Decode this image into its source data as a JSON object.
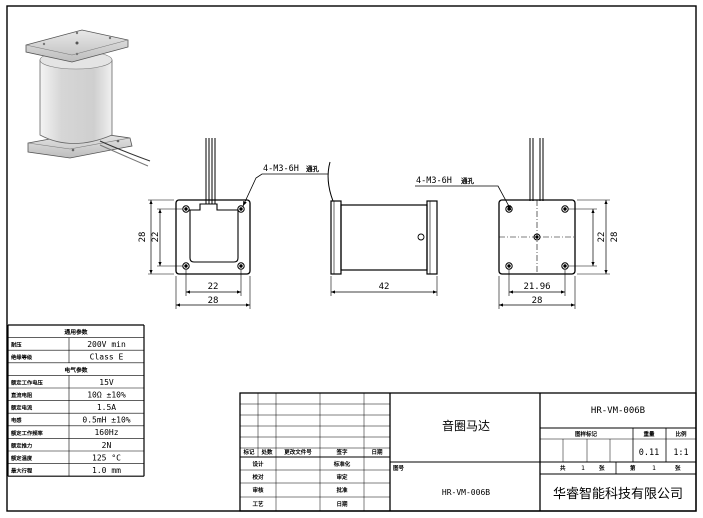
{
  "views": {
    "front": {
      "dim_height_outer": "28",
      "dim_height_inner": "22",
      "dim_width_inner": "22",
      "dim_width_outer": "28",
      "hole_callout": "4-M3-6H",
      "hole_callout_suffix": "通孔"
    },
    "side": {
      "dim_length": "42"
    },
    "back": {
      "hole_callout": "4-M3-6H",
      "hole_callout_suffix": "通孔",
      "dim_height_outer": "28",
      "dim_height_inner": "22",
      "dim_width_inner": "21.96",
      "dim_width_outer": "28"
    }
  },
  "spec_table": {
    "header": "通用参数",
    "rows_general": [
      {
        "label": "耐压",
        "value": "200V min"
      },
      {
        "label": "绝缘等级",
        "value": "Class E"
      }
    ],
    "subheader": "电气参数",
    "rows_electrical": [
      {
        "label": "额定工作电压",
        "value": "15V"
      },
      {
        "label": "直流电阻",
        "value": "10Ω ±10%"
      },
      {
        "label": "额定电流",
        "value": "1.5A"
      },
      {
        "label": "电感",
        "value": "0.5mH ±10%"
      },
      {
        "label": "额定工作频率",
        "value": "160Hz"
      },
      {
        "label": "额定推力",
        "value": "2N"
      },
      {
        "label": "额定温度",
        "value": "125 °C"
      },
      {
        "label": "最大行程",
        "value": "1.0 mm"
      }
    ]
  },
  "title_block": {
    "rev_headers": [
      "标记",
      "处数",
      "更改文件号",
      "签字",
      "日期"
    ],
    "sign_rows": [
      {
        "left": "设计",
        "right": "标准化"
      },
      {
        "left": "校对",
        "right": "审定"
      },
      {
        "left": "审核",
        "right": "批准"
      },
      {
        "left": "工艺",
        "right": "日期"
      }
    ],
    "part_name": "音圈马达",
    "drawing_label": "图号",
    "drawing_no": "HR-VM-006B",
    "code_top": "HR-VM-006B",
    "stage_label": "图样标记",
    "weight_label": "重量",
    "scale_label": "比例",
    "weight_value": "0.11",
    "scale_value": "1:1",
    "sheets_total_label": "共",
    "sheets_total": "1",
    "sheets_unit": "张",
    "sheet_label": "第",
    "sheet_no": "1",
    "sheet_unit": "张",
    "company": "华睿智能科技有限公司"
  }
}
